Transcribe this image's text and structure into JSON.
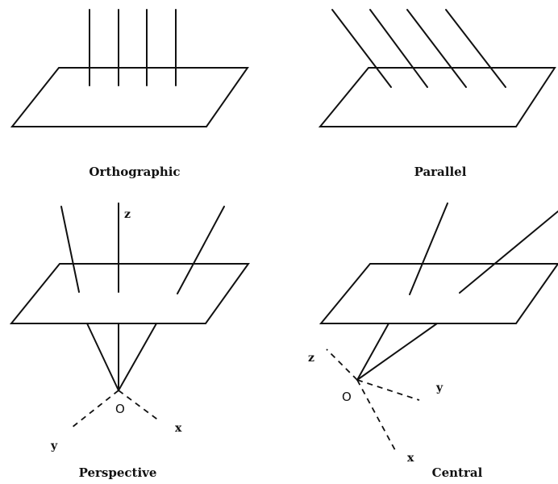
{
  "panels": {
    "orthographic": {
      "caption": "Orthographic"
    },
    "parallel": {
      "caption": "Parallel"
    },
    "perspective": {
      "caption": "Perspective",
      "axis_z": "z",
      "axis_x": "x",
      "axis_y": "y",
      "origin": "O"
    },
    "central": {
      "caption": "Central",
      "axis_z": "z",
      "axis_x": "x",
      "axis_y": "y",
      "origin": "O"
    }
  }
}
